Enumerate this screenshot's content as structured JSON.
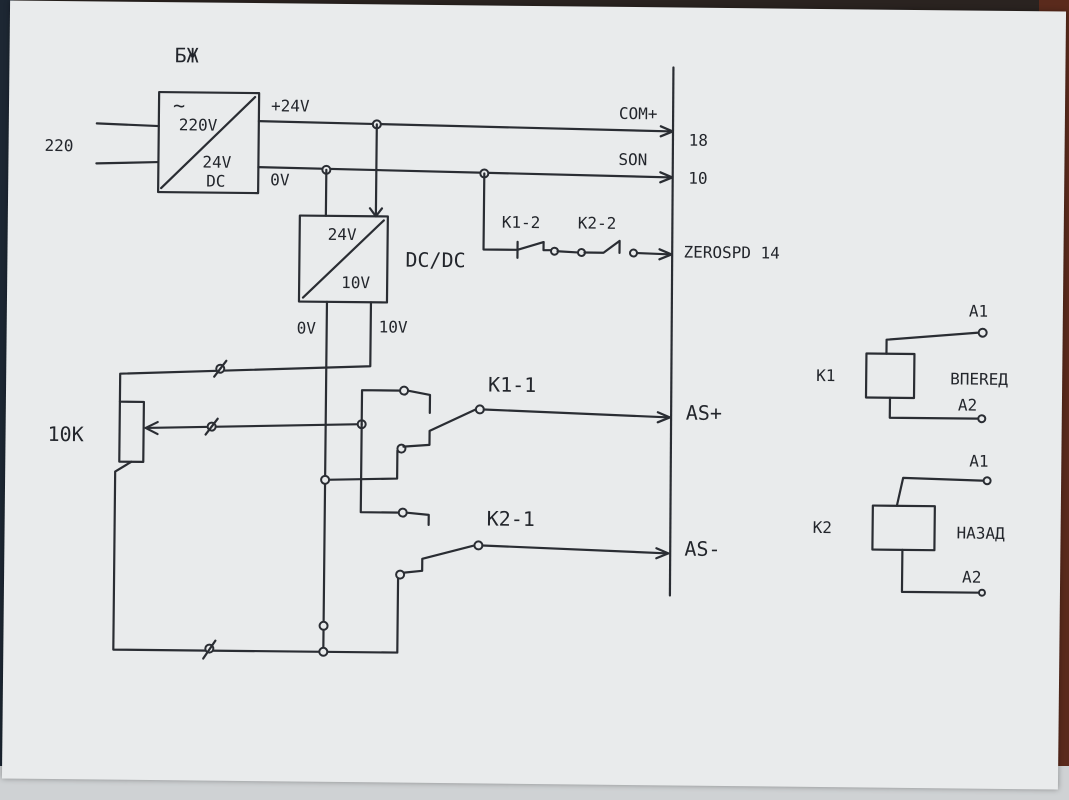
{
  "supply_unit": {
    "title": "БЖ",
    "mains_label": "220",
    "tilde_symbol": "~",
    "input_rating": "220V",
    "output_rating": "24V",
    "output_type": "DC",
    "plus_label": "+24V",
    "zero_label": "0V"
  },
  "converter": {
    "title": "DC/DC",
    "input_rating": "24V",
    "output_rating": "10V",
    "out_zero_label": "0V",
    "out_ten_label": "10V"
  },
  "potentiometer": {
    "label": "10K"
  },
  "contacts": {
    "k1_2": "K1-2",
    "k2_2": "K2-2",
    "k1_1": "K1-1",
    "k2_1": "K2-1"
  },
  "terminals": {
    "com_label": "COM+",
    "com_pin": "18",
    "son_label": "SON",
    "son_pin": "10",
    "zerospd": "ZEROSPD 14",
    "as_plus": "AS+",
    "as_minus": "AS-"
  },
  "relays": {
    "k1": {
      "name": "K1",
      "a1": "A1",
      "a2": "A2",
      "direction": "BПEREД"
    },
    "k2": {
      "name": "K2",
      "a1": "A1",
      "a2": "A2",
      "direction": "HAЗAД"
    }
  }
}
